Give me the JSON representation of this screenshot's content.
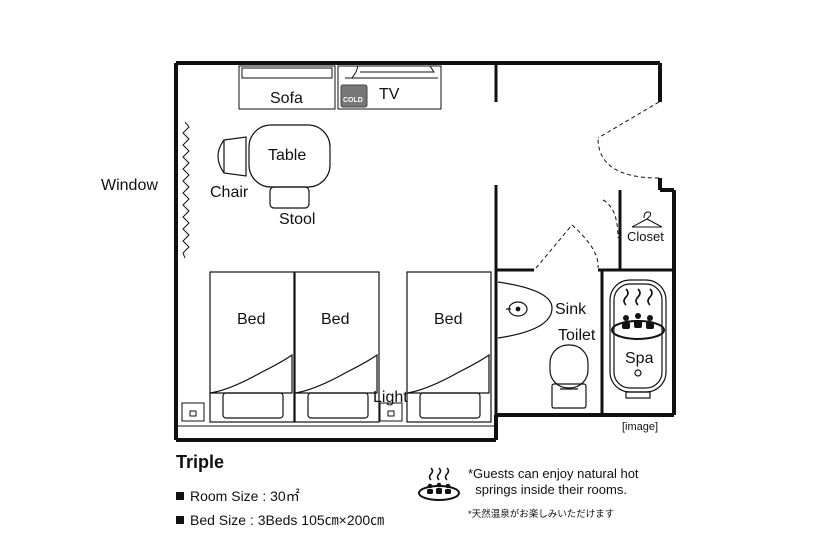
{
  "labels": {
    "sofa": "Sofa",
    "tv": "TV",
    "cold": "COLD",
    "table": "Table",
    "chair": "Chair",
    "stool": "Stool",
    "window": "Window",
    "bed": "Bed",
    "light": "Light",
    "sink": "Sink",
    "toilet": "Toilet",
    "spa": "Spa",
    "closet": "Closet",
    "image_tag": "[image]"
  },
  "info": {
    "room_type": "Triple",
    "room_size": "Room Size : 30㎡",
    "bed_size": "Bed Size : 3Beds 105㎝×200㎝",
    "note_en": "*Guests can enjoy natural hot\n  springs inside their rooms.",
    "note_ja": "*天然温泉がお楽しみいただけます"
  },
  "icons": [
    "hot-spring-icon",
    "hanger-icon",
    "outlet-icon"
  ]
}
